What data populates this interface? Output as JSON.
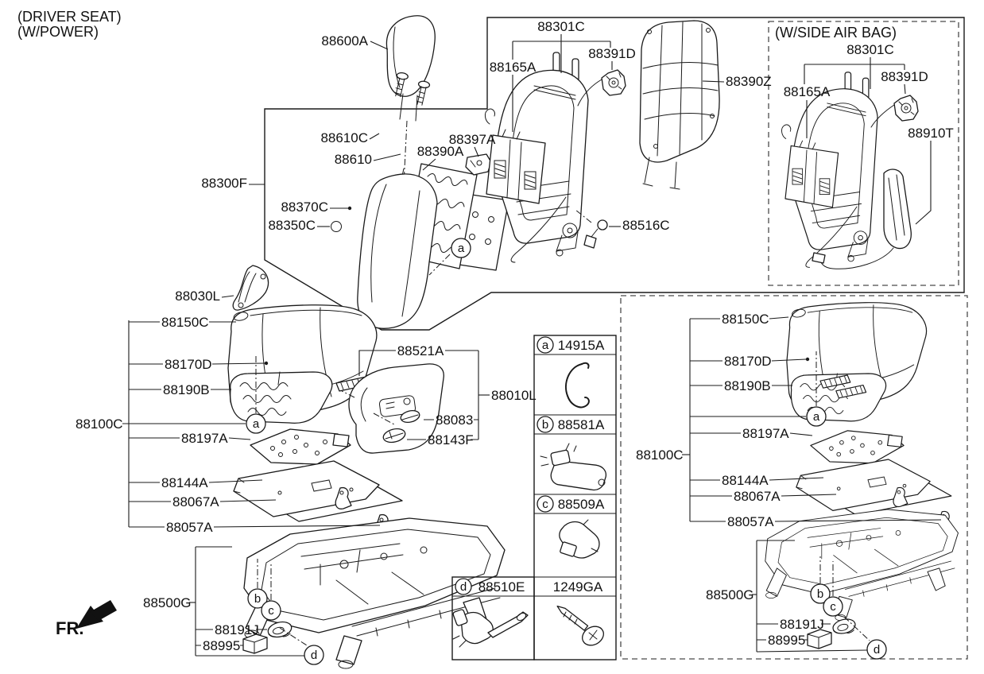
{
  "header": {
    "title_line1": "(DRIVER SEAT)",
    "title_line2": "(W/POWER)"
  },
  "fr_indicator": "FR.",
  "airbag_box_title": "(W/SIDE AIR BAG)",
  "parts": {
    "p88600A": "88600A",
    "p88610C": "88610C",
    "p88610": "88610",
    "p88390A": "88390A",
    "p88397A": "88397A",
    "p88300F": "88300F",
    "p88370C": "88370C",
    "p88350C": "88350C",
    "p88030L": "88030L",
    "p88301C": "88301C",
    "p88165A": "88165A",
    "p88391D": "88391D",
    "p88390Z": "88390Z",
    "p88516C": "88516C",
    "p88910T": "88910T",
    "p88150C": "88150C",
    "p88170D": "88170D",
    "p88190B": "88190B",
    "p88100C": "88100C",
    "p88197A": "88197A",
    "p88144A": "88144A",
    "p88067A": "88067A",
    "p88057A": "88057A",
    "p88500G": "88500G",
    "p88191J": "88191J",
    "p88995": "88995",
    "p88521A": "88521A",
    "p88010L": "88010L",
    "p88083": "88083",
    "p88143F": "88143F",
    "p14915A": "14915A",
    "p88581A": "88581A",
    "p88509A": "88509A",
    "p88510E": "88510E",
    "p1249GA": "1249GA"
  },
  "callouts": {
    "a": "a",
    "b": "b",
    "c": "c",
    "d": "d"
  },
  "colors": {
    "line": "#1a1a1a",
    "text": "#111111",
    "background": "#ffffff"
  }
}
